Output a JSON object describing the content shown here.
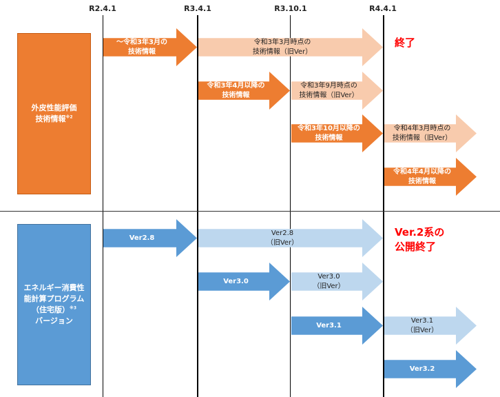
{
  "dates": [
    "R2.4.1",
    "R3.4.1",
    "R3.10.1",
    "R4.4.1"
  ],
  "top_section": {
    "category_label": [
      "外皮性能評価",
      "技術情報"
    ],
    "category_note": "※2",
    "arrows": [
      {
        "lines": [
          "〜令和3年3月の",
          "技術情報"
        ]
      },
      {
        "lines": [
          "令和3年3月時点の",
          "技術情報（旧Ver）"
        ]
      },
      {
        "lines": [
          "令和3年4月以降の",
          "技術情報"
        ]
      },
      {
        "lines": [
          "令和3年9月時点の",
          "技術情報（旧Ver）"
        ]
      },
      {
        "lines": [
          "令和3年10月以降の",
          "技術情報"
        ]
      },
      {
        "lines": [
          "令和4年3月時点の",
          "技術情報（旧Ver）"
        ]
      },
      {
        "lines": [
          "令和4年4月以降の",
          "技術情報"
        ]
      }
    ],
    "end_label": "終了"
  },
  "bottom_section": {
    "category_label": [
      "エネルギー消費性",
      "能計算プログラム",
      "（住宅版）",
      "バージョン"
    ],
    "category_note": "※3",
    "arrows": [
      {
        "lines": [
          "Ver2.8"
        ]
      },
      {
        "lines": [
          "Ver2.8",
          "（旧Ver）"
        ]
      },
      {
        "lines": [
          "Ver3.0"
        ]
      },
      {
        "lines": [
          "Ver3.0",
          "（旧Ver）"
        ]
      },
      {
        "lines": [
          "Ver3.1"
        ]
      },
      {
        "lines": [
          "Ver3.1",
          "（旧Ver）"
        ]
      },
      {
        "lines": [
          "Ver3.2"
        ]
      }
    ],
    "end_label": [
      "Ver.2系の",
      "公開終了"
    ]
  },
  "colors": {
    "orange_dark": "#ed7d31",
    "orange_light": "#f8cbad",
    "blue_dark": "#5b9bd5",
    "blue_light": "#bdd7ee",
    "end_text": "#ff0000"
  }
}
